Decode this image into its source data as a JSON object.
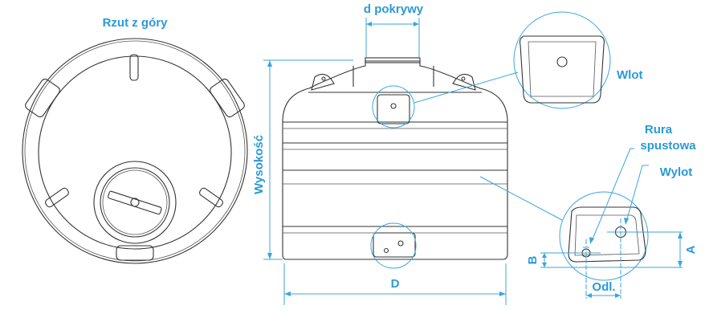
{
  "labels": {
    "top_view": "Rzut z góry",
    "lid_diameter": "d pokrywy",
    "height": "Wysokość",
    "inlet": "Wlot",
    "drain_pipe_line1": "Rura",
    "drain_pipe_line2": "spustowa",
    "outlet": "Wylot",
    "dim_a": "A",
    "dim_b": "B",
    "dim_d": "D",
    "distance": "Odl."
  },
  "colors": {
    "accent": "#2a9ad8",
    "line": "#333333"
  }
}
